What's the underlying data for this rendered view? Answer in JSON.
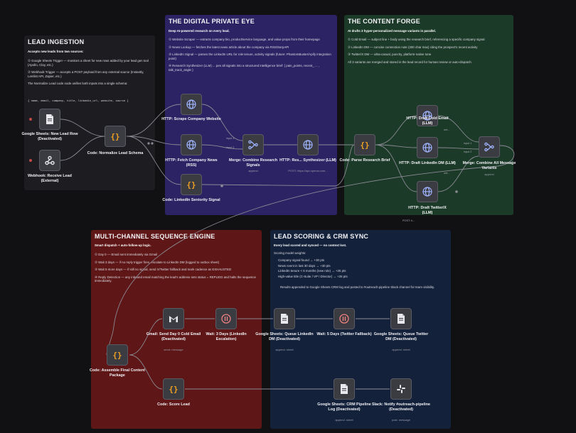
{
  "panels": {
    "ingest": {
      "title": "LEAD INGESTION",
      "intro": "Accepts new leads from two sources:",
      "items": [
        "① Google Sheets Trigger — monitors a sheet for new rows added by your lead gen tool (Apollo, Clay, etc.)",
        "② Webhook Trigger — accepts a POST payload from any external source (Instantly, Lemlist API, Zapier, etc.)"
      ],
      "note": "The Normalize Lead code node unifies both inputs into a single schema:",
      "schema": "{ name, email, company, title, linkedin_url, website, source }"
    },
    "eye": {
      "title": "THE DIGITAL PRIVATE EYE",
      "intro": "Deep AI-powered research on every lead.",
      "items": [
        "① Website Scraper — extracts company bio, product/service language, and value props from their homepage",
        "② News Lookup — fetches the latest news article about the company via RSS/SerpAPI",
        "③ LinkedIn Signal — parses the LinkedIn URL for role tenure, activity signals (future: PhantomBuster/Apify integration point)",
        "④ Research Synthesizer (LLM) ... pes all signals into a structured intelligence brief: { pain_points, recent_ ... , talk_track_angle }"
      ]
    },
    "forge": {
      "title": "THE CONTENT FORGE",
      "intro": "AI drafts 3 hyper-personalized message variants in parallel.",
      "items": [
        "① Cold Email — subject line + body using the research brief, referencing a specific company signal",
        "② LinkedIn DM — concise connection note (300 char max) citing the prospect's recent activity",
        "③ Twitter/X DM — ultra-casual, punchy, platform-native tone"
      ],
      "note": "All 3 variants are merged and stored in the lead record for human review or auto-dispatch."
    },
    "multi": {
      "title": "MULTI-CHANNEL SEQUENCE ENGINE",
      "intro": "Smart dispatch + auto-follow-up logic.",
      "items": [
        "① Day 0 — Email sent immediately via Gmail",
        "② Wait 3 days — if no reply trigger fires, escalate to LinkedIn DM (logged to outbox sheet)",
        "③ Wait 5 more days — if still no signal, send X/Twitter fallback and mark cadence as EXHAUSTED",
        "④ Reply Detection — any inbound email matching the lead's address sets status = REPLIED and halts the sequence immediately."
      ]
    },
    "score": {
      "title": "LEAD SCORING & CRM SYNC",
      "intro": "Every lead scored and synced — no context lost.",
      "weights_label": "Scoring model weights:",
      "weights": [
        "Company signal found → +30 pts",
        "News event in last 30 days → +30 pts",
        "LinkedIn tenure < 6 months (new role) → +25 pts",
        "High-value title (C-Suite / VP / Director) → +25 pts"
      ],
      "note": "Results appended to Google Sheets CRM log and posted to #outreach-pipeline Slack channel for team visibility."
    }
  },
  "nodes": {
    "gsheets_new": {
      "label": "Google Sheets: New Lead Row (Deactivated)"
    },
    "webhook": {
      "label": "Webhook: Receive Lead (External)"
    },
    "normalize": {
      "label": "Code: Normalize Lead Schema"
    },
    "scrape": {
      "label": "HTTP: Scrape Company Website"
    },
    "news": {
      "label": "HTTP: Fetch Company News (RSS)"
    },
    "linkedin_sig": {
      "label": "Code: LinkedIn Seniority Signal"
    },
    "merge_research": {
      "label": "Merge: Combine Research Signals",
      "sub": "append"
    },
    "research_synth": {
      "label": "HTTP: Res... Synthesizer",
      "llm": "(LLM)",
      "sub": "POST: https://api.openai.com..."
    },
    "parse_brief": {
      "label": "Code: Parse Research Brief"
    },
    "draft_email": {
      "label": "HTTP: Draft Cold Email",
      "llm": "(LLM)",
      "sub": "ont..."
    },
    "draft_linkedin": {
      "label": "HTTP: Draft LinkedIn DM",
      "llm": "(LLM)",
      "sub": "ont..."
    },
    "draft_twitter": {
      "label": "HTTP: Draft Twitter/X",
      "llm": "(LLM)",
      "sub": "POST: h..."
    },
    "merge_variants": {
      "label": "Merge: Combine All Message Variants",
      "sub": "append"
    },
    "assemble": {
      "label": "Code: Assemble Final Content Package"
    },
    "gmail": {
      "label": "Gmail: Send Day 0 Cold Email (Deactivated)",
      "sub": "send: message"
    },
    "wait3": {
      "label": "Wait: 3 Days (LinkedIn Escalation)"
    },
    "queue_li": {
      "label": "Google Sheets: Queue LinkedIn DM (Deactivated)",
      "sub": "append: sheet"
    },
    "wait5": {
      "label": "Wait: 5 Days (Twitter Fallback)"
    },
    "queue_tw": {
      "label": "Google Sheets: Queue Twitter DM (Deactivated)",
      "sub": "append: sheet"
    },
    "score": {
      "label": "Code: Score Lead"
    },
    "crm": {
      "label": "Google Sheets: CRM Pipeline Log (Deactivated)",
      "sub": "append: sheet"
    },
    "slack": {
      "label": "Slack: Notify #outreach-pipeline (Deactivated)",
      "sub": "post: message"
    }
  },
  "wire_labels": {
    "input1": "input 1",
    "input2": "input 2"
  },
  "colors": {
    "ingest": "#1d1d21",
    "eye": "#2b2364",
    "forge": "#1b3a28",
    "multi": "#5e1616",
    "score": "#13213a",
    "code": "#f0a020",
    "http": "#9fb4ff",
    "wire": "#8a8a94"
  },
  "icons": {
    "code": "braces-icon",
    "http": "globe-icon",
    "merge": "merge-icon",
    "sheets": "sheet-icon",
    "webhook": "webhook-icon",
    "gmail": "gmail-icon",
    "wait": "pause-icon",
    "slack": "slack-icon"
  }
}
